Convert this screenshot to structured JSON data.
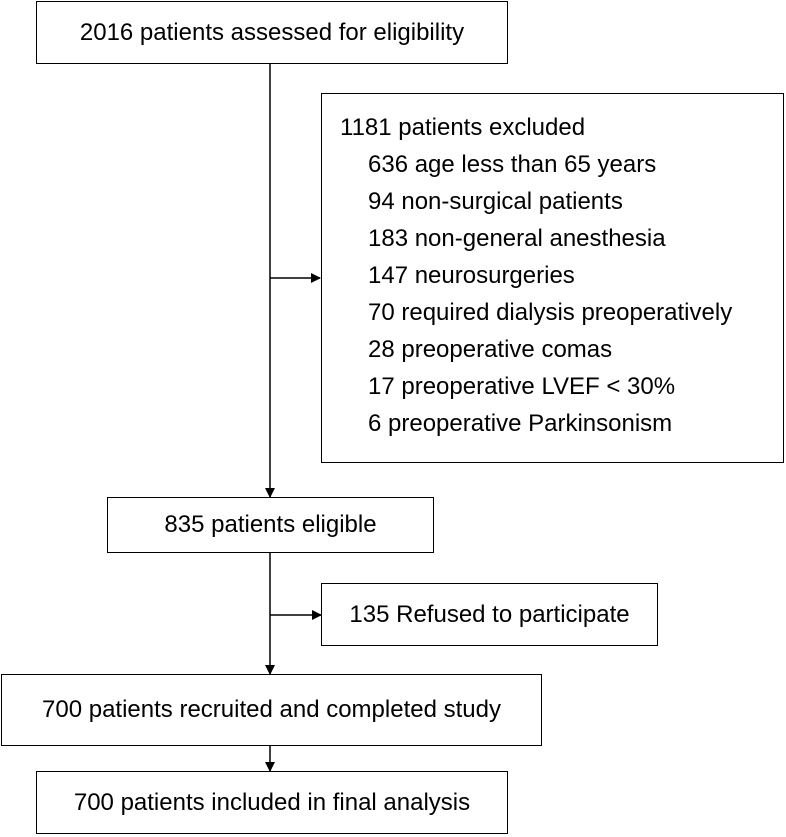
{
  "flow": {
    "assessed": "2016 patients assessed for eligibility",
    "excluded": {
      "title": "1181 patients excluded",
      "reasons": [
        "636 age less than 65 years",
        "94 non-surgical patients",
        "183 non-general anesthesia",
        "147 neurosurgeries",
        "70 required dialysis preoperatively",
        "28 preoperative comas",
        "17 preoperative LVEF < 30%",
        "6 preoperative Parkinsonism"
      ]
    },
    "eligible": "835 patients eligible",
    "refused": "135 Refused to participate",
    "recruited": "700 patients recruited and completed study",
    "analyzed": "700 patients included in final analysis"
  }
}
